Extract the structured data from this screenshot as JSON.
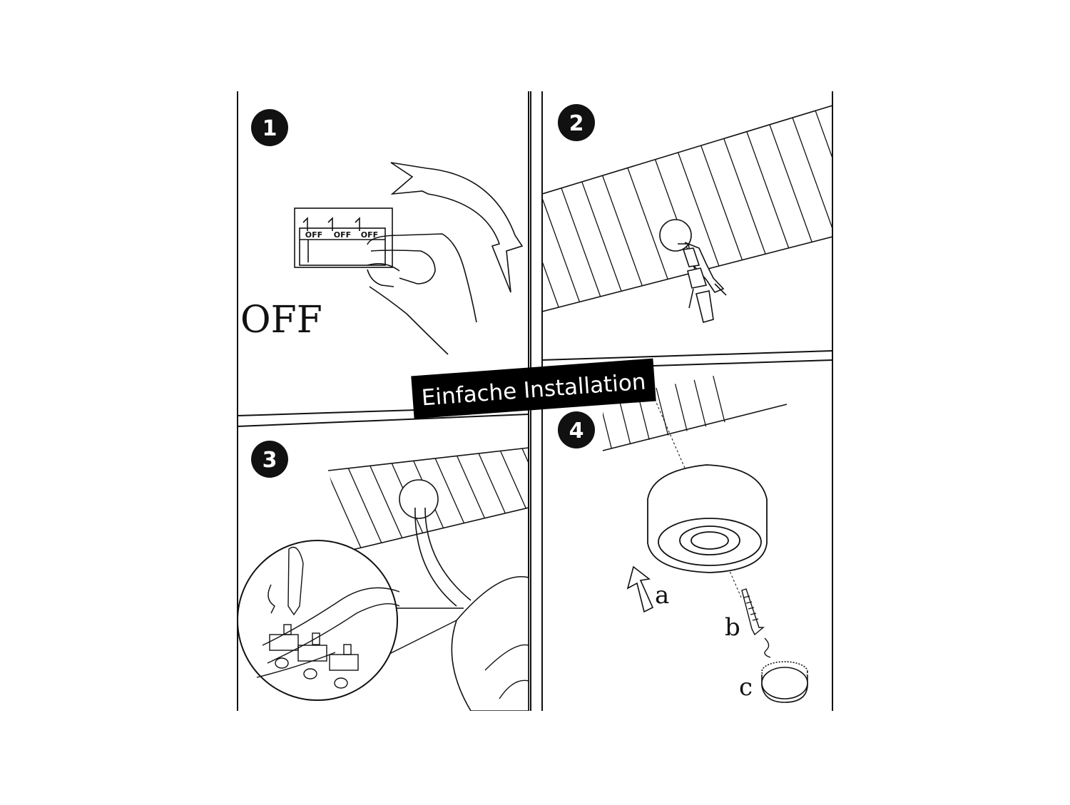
{
  "banner": {
    "title": "Einfache Installation"
  },
  "steps": [
    {
      "number": "1",
      "caption": "OFF",
      "switch_labels": [
        "OFF",
        "OFF",
        "OFF"
      ]
    },
    {
      "number": "2"
    },
    {
      "number": "3"
    },
    {
      "number": "4",
      "parts": [
        "a",
        "b",
        "c"
      ]
    }
  ],
  "colors": {
    "ink": "#111111",
    "background": "#ffffff",
    "banner": "#000000"
  }
}
